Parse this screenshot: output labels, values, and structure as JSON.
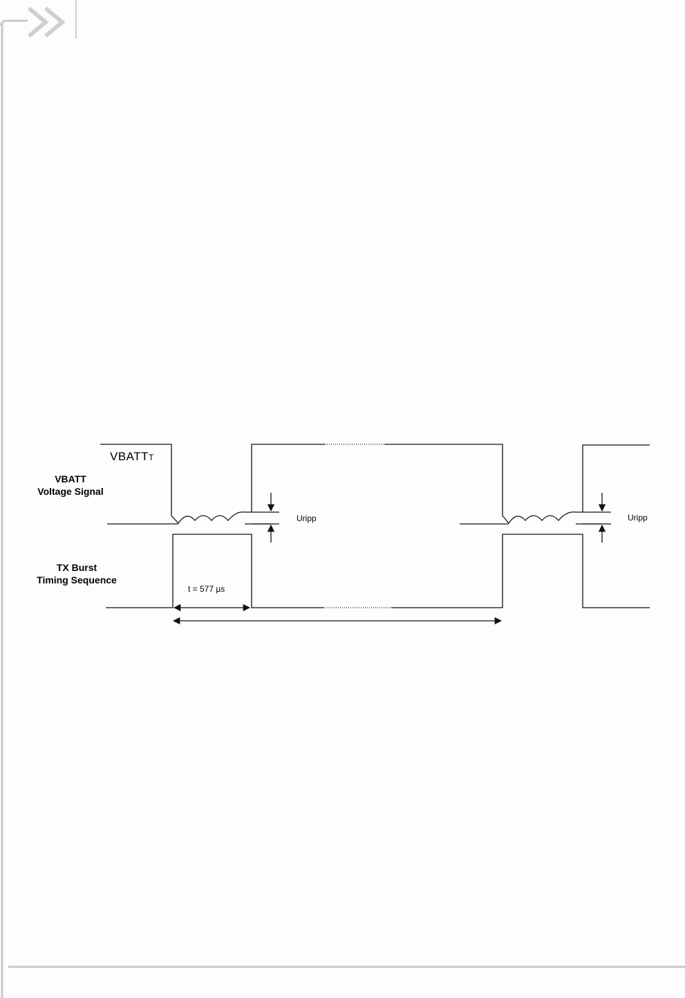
{
  "header": {
    "logo_icon": "double-chevron-icon"
  },
  "diagram": {
    "vbatt_level_label": "VBATT",
    "vbatt_level_subscript": "T",
    "vbatt_signal_label_line1": "VBATT",
    "vbatt_signal_label_line2": "Voltage Signal",
    "tx_label_line1": "TX Burst",
    "tx_label_line2": "Timing Sequence",
    "ripple_label_1": "Uripp",
    "ripple_label_2": "Uripp",
    "burst_duration_label": "t = 577 µs"
  },
  "colors": {
    "line": "#111111",
    "frame": "#c8c8c8",
    "logo": "#d0d0d0"
  }
}
